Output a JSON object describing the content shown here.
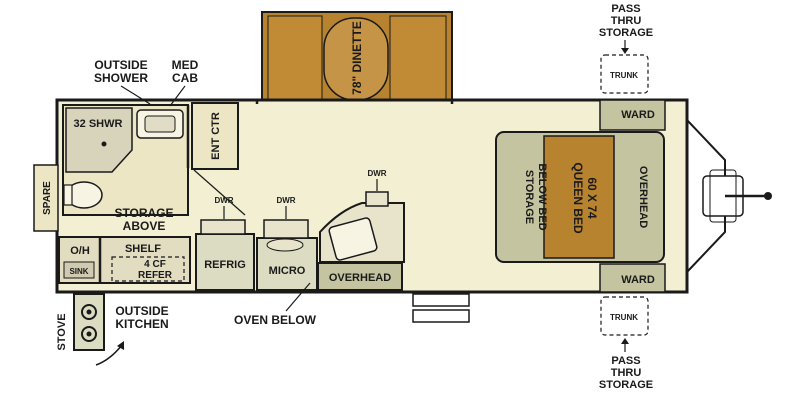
{
  "colors": {
    "floor": "#f3efd2",
    "wood": "#b8832f",
    "wood_dark": "#8a5a1a",
    "counter": "#dcdcc2",
    "olive": "#c4c4a0",
    "wall": "#1a1a1a"
  },
  "labels": {
    "dinette": "78\" DINETTE",
    "outside_shower_1": "OUTSIDE",
    "outside_shower_2": "SHOWER",
    "med_cab_1": "MED",
    "med_cab_2": "CAB",
    "shower": "32 SHWR",
    "ent_ctr": "ENT CTR",
    "spare": "SPARE",
    "storage_above_1": "STORAGE",
    "storage_above_2": "ABOVE",
    "oh": "O/H",
    "sink": "SINK",
    "shelf": "SHELF",
    "refer_1": "4 CF",
    "refer_2": "REFER",
    "dwr_left": "DWR",
    "dwr_mid": "DWR",
    "dwr_right": "DWR",
    "refrig": "REFRIG",
    "micro": "MICRO",
    "overhead_kitchen": "OVERHEAD",
    "oven_below": "OVEN BELOW",
    "stove": "STOVE",
    "outside_kitchen_1": "OUTSIDE",
    "outside_kitchen_2": "KITCHEN",
    "storage_below_bed_1": "STORAGE",
    "storage_below_bed_2": "BELOW BED",
    "queen_bed_1": "QUEEN BED",
    "queen_bed_2": "60 X 74",
    "overhead_bed": "OVERHEAD",
    "ward_top": "WARD",
    "ward_bottom": "WARD",
    "trunk_top": "TRUNK",
    "trunk_bottom": "TRUNK",
    "pass_top_1": "PASS",
    "pass_top_2": "THRU",
    "pass_top_3": "STORAGE",
    "pass_bottom_1": "PASS",
    "pass_bottom_2": "THRU",
    "pass_bottom_3": "STORAGE"
  }
}
